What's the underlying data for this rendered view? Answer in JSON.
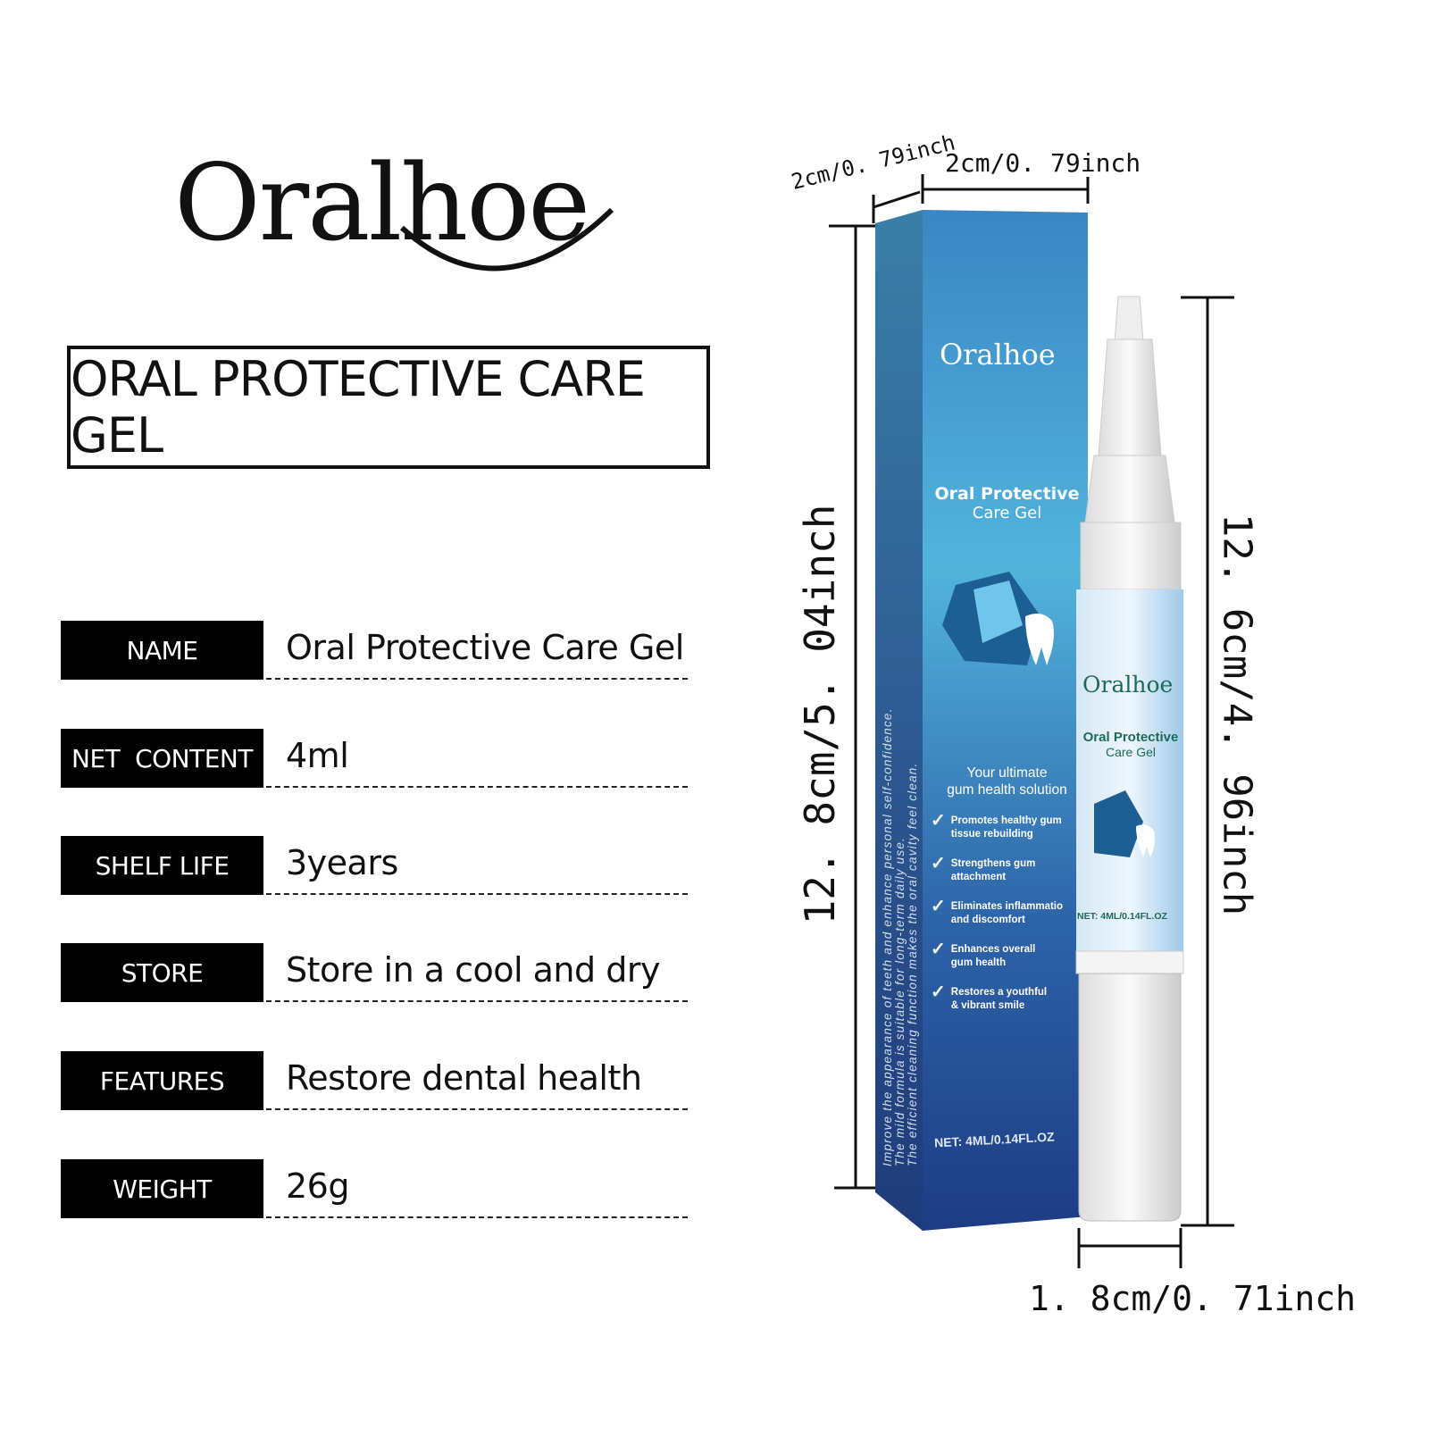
{
  "brand": "Oralhoe",
  "product_title": "ORAL PROTECTIVE CARE GEL",
  "specs": [
    {
      "label": "NAME",
      "value": "Oral Protective Care Gel"
    },
    {
      "label": "NET  CONTENT",
      "value": "4ml"
    },
    {
      "label": "SHELF LIFE",
      "value": "3years"
    },
    {
      "label": "STORE",
      "value": "Store in a cool and dry"
    },
    {
      "label": "FEATURES",
      "value": "Restore dental health"
    },
    {
      "label": "WEIGHT",
      "value": "26g"
    }
  ],
  "dimensions": {
    "box_depth": "2cm/0. 79inch",
    "box_width": "2cm/0. 79inch",
    "box_height": "12. 8cm/5. 04inch",
    "pen_height": "12. 6cm/4. 96inch",
    "pen_width": "1. 8cm/0. 71inch"
  },
  "box": {
    "brand": "Oralhoe",
    "name_line1": "Oral Protective",
    "name_line2": "Care Gel",
    "tagline_line1": "Your ultimate",
    "tagline_line2": "gum health solution",
    "benefits": [
      [
        "Promotes healthy gum",
        "tissue rebuilding"
      ],
      [
        "Strengthens gum",
        "attachment"
      ],
      [
        "Eliminates inflammatio",
        "and discomfort"
      ],
      [
        "Enhances overall",
        "gum health"
      ],
      [
        "Restores a youthful",
        "& vibrant smile"
      ]
    ],
    "net": "NET: 4ML/0.14FL.OZ",
    "side_lines": [
      "Improve the appearance of teeth and enhance personal self-confidence.",
      "The mild formula is suitable for long-term daily use.",
      "The efficient cleaning function makes the oral cavity feel clean."
    ]
  },
  "pen": {
    "brand": "Oralhoe",
    "name_line1": "Oral Protective",
    "name_line2": "Care Gel",
    "net": "NET: 4ML/0.14FL.OZ"
  },
  "colors": {
    "box_top": "#4fb3dc",
    "box_bottom": "#1e3f86",
    "pen_green": "#1c6b5a"
  }
}
